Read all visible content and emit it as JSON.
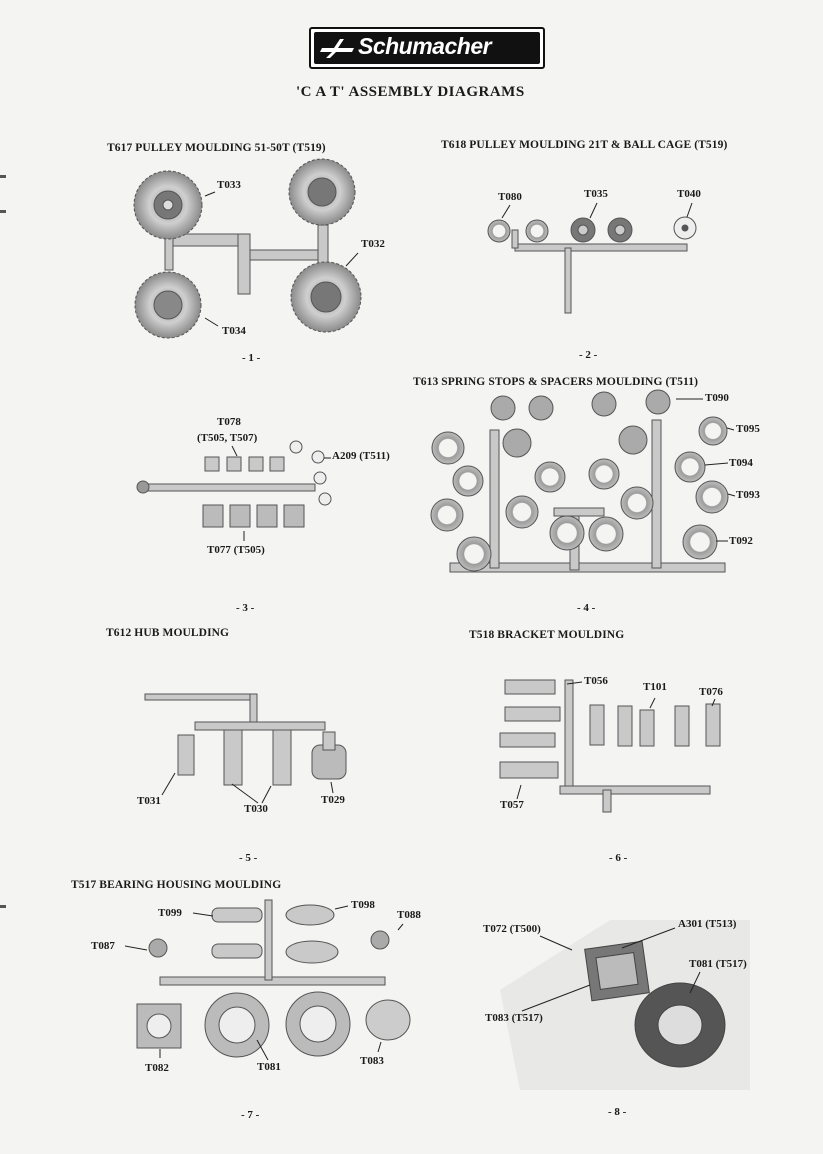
{
  "header": {
    "brand": "Schumacher",
    "title": "'C A T' ASSEMBLY DIAGRAMS"
  },
  "diagrams": [
    {
      "heading": "T617 PULLEY MOULDING 51-50T (T519)",
      "number": "- 1 -",
      "labels": [
        "T033",
        "T032",
        "T034"
      ]
    },
    {
      "heading": "T618 PULLEY MOULDING 21T & BALL CAGE (T519)",
      "number": "- 2 -",
      "labels": [
        "T080",
        "T035",
        "T040"
      ]
    },
    {
      "heading": "",
      "number": "- 3 -",
      "labels": [
        "T078",
        "(T505, T507)",
        "A209 (T511)",
        "T077 (T505)"
      ]
    },
    {
      "heading": "T613 SPRING STOPS & SPACERS MOULDING (T511)",
      "number": "- 4 -",
      "labels": [
        "T090",
        "T095",
        "T094",
        "T093",
        "T092"
      ]
    },
    {
      "heading": "T612 HUB MOULDING",
      "number": "- 5 -",
      "labels": [
        "T031",
        "T030",
        "T029"
      ]
    },
    {
      "heading": "T518 BRACKET MOULDING",
      "number": "- 6 -",
      "labels": [
        "T056",
        "T101",
        "T076",
        "T057"
      ]
    },
    {
      "heading": "T517 BEARING HOUSING MOULDING",
      "number": "- 7 -",
      "labels": [
        "T099",
        "T098",
        "T088",
        "T087",
        "T082",
        "T081",
        "T083"
      ]
    },
    {
      "heading": "",
      "number": "- 8 -",
      "labels": [
        "T072 (T500)",
        "A301 (T513)",
        "T081 (T517)",
        "T083 (T517)"
      ]
    }
  ]
}
